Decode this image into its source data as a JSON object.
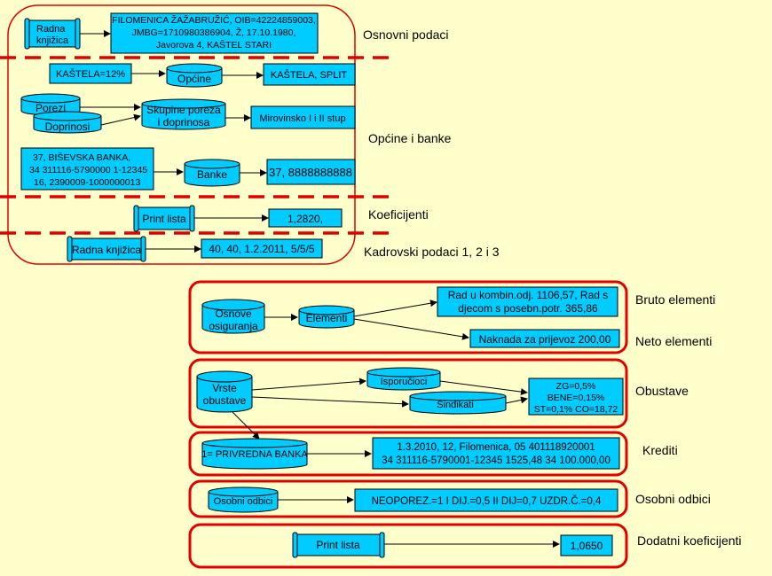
{
  "top": {
    "radna_knjizica": "Radna\nknjižica",
    "employee_box": [
      "FILOMENICA ŽAŽABRUŽIĆ, OIB=42224859003,",
      "JMBG=1710980386904, Ž, 17.10.1980,",
      "Javorova 4, KAŠTEL STARI"
    ],
    "kastela": "KAŠTELA=12%",
    "opcine": "Općine",
    "kastela_split": "KAŠTELA, SPLIT",
    "porezi": "Porezi",
    "doprinosi": "Doprinosi",
    "skupine": [
      "Skupine poreza",
      "i doprinosa"
    ],
    "mirovinsko": "Mirovinsko I i II stup",
    "bank_box": [
      "37, BIŠEVSKA BANKA,",
      "34 311116-5790000 1-12345",
      "16, 2390009-1000000013"
    ],
    "banke": "Banke",
    "bank_result": "37, 8888888888",
    "print_lista": "Print lista",
    "koef_value": "1,2820,",
    "radna_knjizica_2": "Radna knjižica",
    "kadrovski_value": "40, 40, 1.2.2011, 5/5/5"
  },
  "section_labels": {
    "osnovni": "Osnovni podaci",
    "opcine_banke": "Općine i banke",
    "koeficijenti": "Koeficijenti",
    "kadrovski": "Kadrovski podaci 1, 2 i 3",
    "bruto": "Bruto elementi",
    "neto": "Neto elementi",
    "obustave": "Obustave",
    "krediti": "Krediti",
    "odbici": "Osobni odbici",
    "dodatni": "Dodatni koeficijenti"
  },
  "bottom": {
    "osnove": [
      "Osnove",
      "osiguranja"
    ],
    "elementi": "Elementi",
    "bruto_result": [
      "Rad u kombin.odj. 1106,57,  Rad s",
      "djecom   s posebn.potr. 365,86"
    ],
    "naknada": "Naknada za prijevoz   200,00",
    "vrste": [
      "Vrste",
      "obustave"
    ],
    "isporucioci": "Isporučioci",
    "sindikati": "Sindikati",
    "obustave_result": [
      "ZG=0,5%",
      "BENE=0,15%",
      "ST=0,1% CO=18,72"
    ],
    "privredna": "1= PRIVREDNA BANKA",
    "kredit_result": [
      "1.3.2010, 12, Filomenica, 05 401118920001",
      "34 311116-5790001-12345 1525,48  34 100.000,00"
    ],
    "osobni_odbici": "Osobni odbici",
    "neoporez": "NEOPOREZ.=1  I DIJ.=0,5   II DIJ=0,7  UZDR.Č.=0,4",
    "print_lista": "Print lista",
    "dodatni_value": "1,0650"
  },
  "colors": {
    "box_fill": "#00CCFF",
    "frame": "#E00000",
    "background": "#FFFFCC"
  }
}
